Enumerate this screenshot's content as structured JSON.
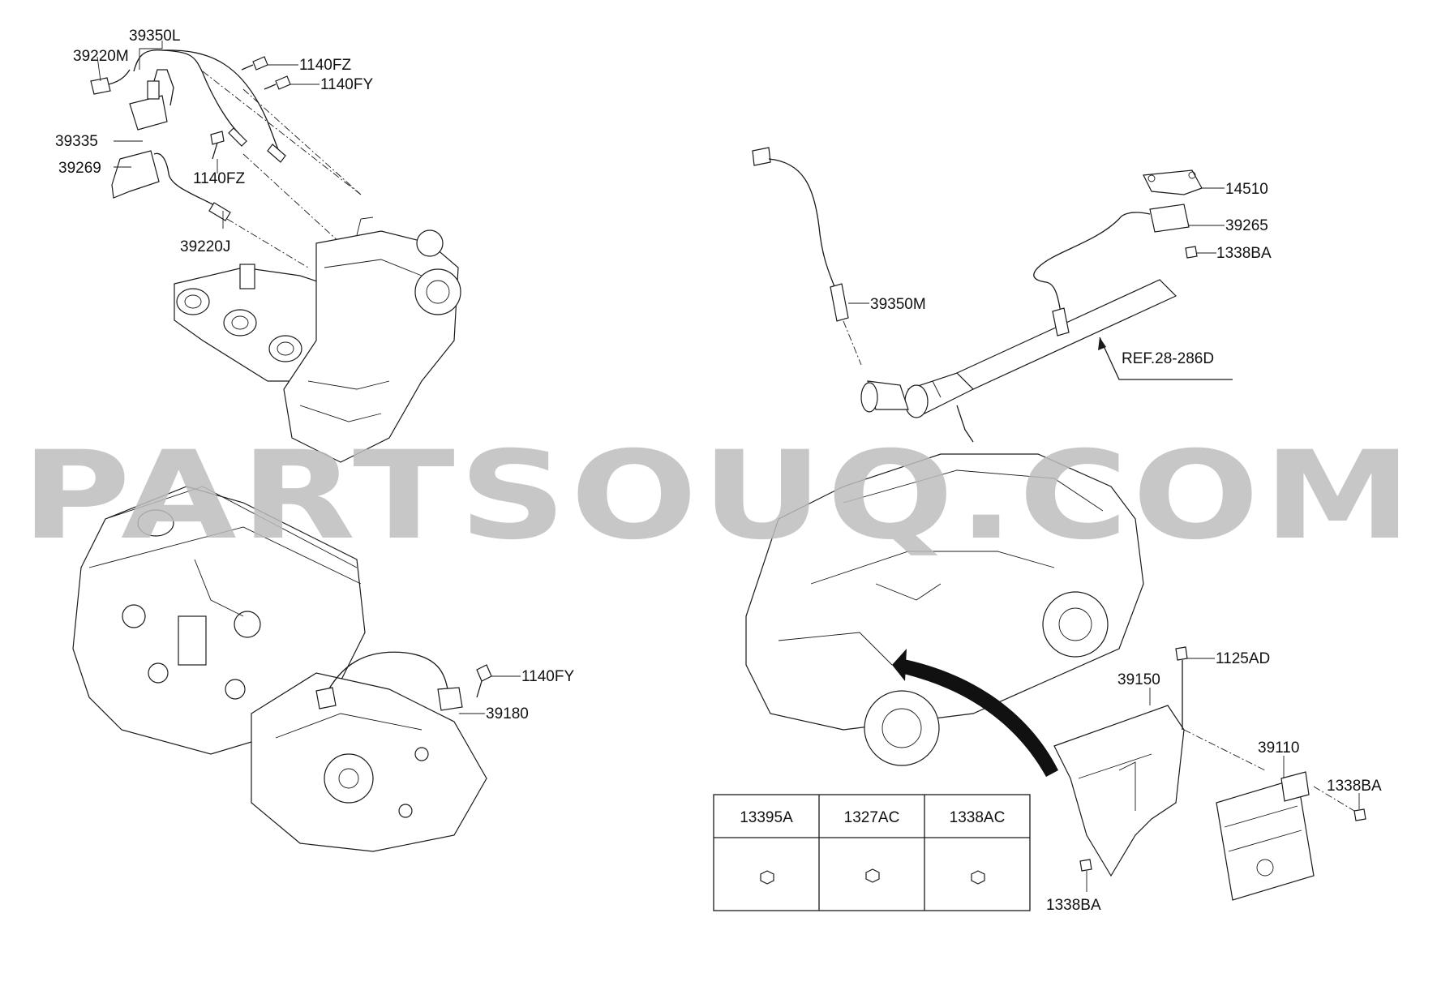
{
  "watermark": "PARTSOUQ.COM",
  "labels": {
    "l39350L": "39350L",
    "l39220M": "39220M",
    "l1140FZ_a": "1140FZ",
    "l1140FY_a": "1140FY",
    "l39335": "39335",
    "l39269": "39269",
    "l1140FZ_b": "1140FZ",
    "l39220J": "39220J",
    "l1140FY_b": "1140FY",
    "l39180": "39180",
    "l39350M": "39350M",
    "l14510": "14510",
    "l39265": "39265",
    "l1338BA_a": "1338BA",
    "ref": "REF.28-286D",
    "l1125AD": "1125AD",
    "l39150": "39150",
    "l39110": "39110",
    "l1338BA_b": "1338BA",
    "l1338BA_c": "1338BA"
  },
  "table": {
    "headers": [
      "13395A",
      "1327AC",
      "1338AC"
    ]
  }
}
